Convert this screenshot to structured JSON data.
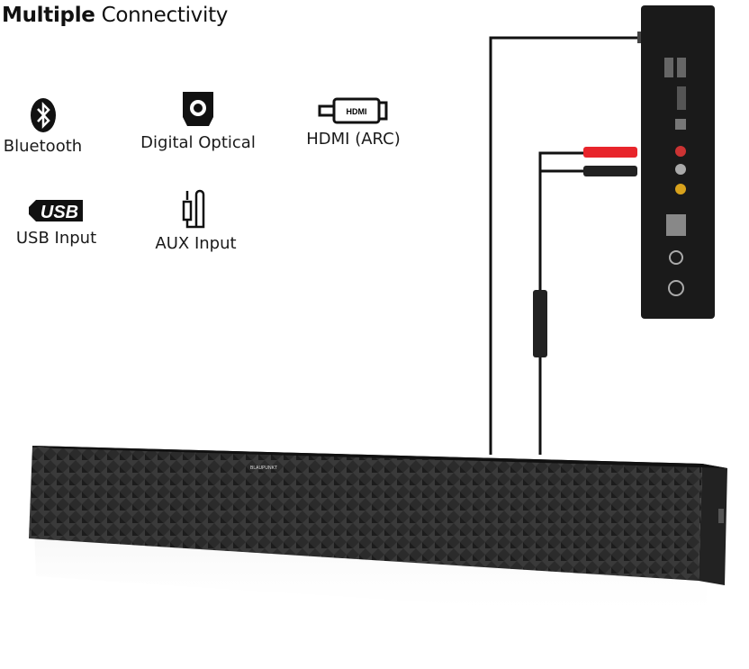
{
  "title": {
    "bold": "Multiple",
    "rest": " Connectivity"
  },
  "features": [
    {
      "label": "Bluetooth",
      "icon": "bluetooth-icon"
    },
    {
      "label": "Digital Optical",
      "icon": "optical-port-icon"
    },
    {
      "label": "HDMI (ARC)",
      "icon": "hdmi-icon"
    },
    {
      "label": "USB Input",
      "icon": "usb-icon"
    },
    {
      "label": "AUX Input",
      "icon": "aux-cable-icon"
    }
  ],
  "brand": "BLAUPUNKT",
  "colors": {
    "cable_red": "#e8252b",
    "panel": "#1a1a1a",
    "soundbar": "#2a2a2a"
  }
}
